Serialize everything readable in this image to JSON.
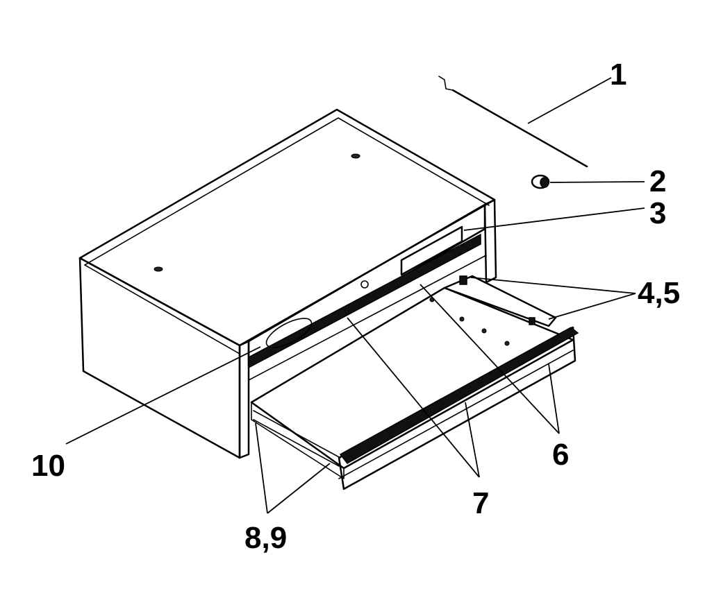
{
  "callouts": [
    {
      "id": "1",
      "label": "1"
    },
    {
      "id": "2",
      "label": "2"
    },
    {
      "id": "3",
      "label": "3"
    },
    {
      "id": "4-5",
      "label": "4,5"
    },
    {
      "id": "6",
      "label": "6"
    },
    {
      "id": "7",
      "label": "7"
    },
    {
      "id": "8-9",
      "label": "8,9"
    },
    {
      "id": "10",
      "label": "10"
    }
  ],
  "colors": {
    "ink": "#000000",
    "paper": "#ffffff"
  }
}
